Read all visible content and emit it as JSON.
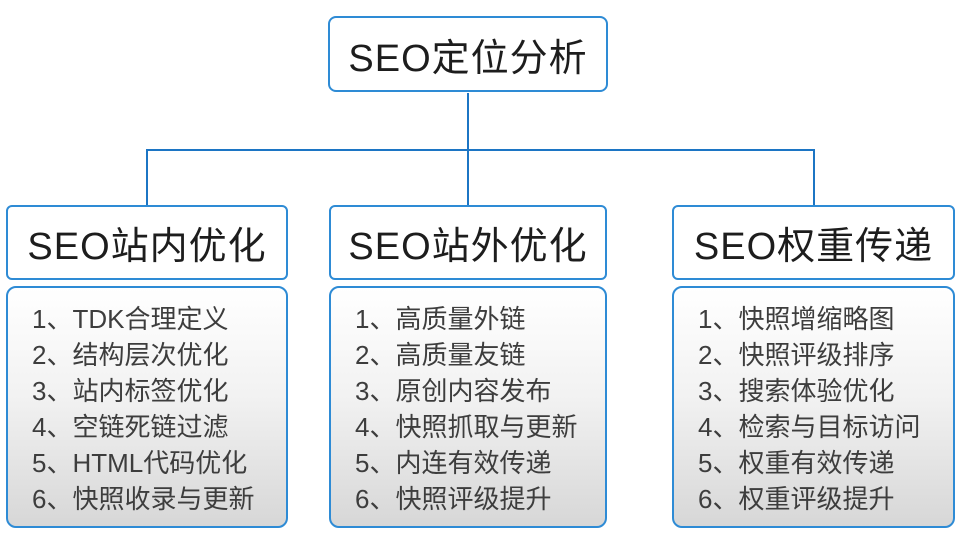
{
  "diagram": {
    "type": "tree",
    "accent_border_color": "#2E8BD5",
    "connector_color": "#1C75C4",
    "list_gradient_bottom": "#d7d7d7",
    "root": {
      "title": "SEO定位分析"
    },
    "branches": [
      {
        "title": "SEO站内优化",
        "items": [
          "1、TDK合理定义",
          "2、结构层次优化",
          "3、站内标签优化",
          "4、空链死链过滤",
          "5、HTML代码优化",
          "6、快照收录与更新"
        ]
      },
      {
        "title": "SEO站外优化",
        "items": [
          "1、高质量外链",
          "2、高质量友链",
          "3、原创内容发布",
          "4、快照抓取与更新",
          "5、内连有效传递",
          "6、快照评级提升"
        ]
      },
      {
        "title": "SEO权重传递",
        "items": [
          "1、快照增缩略图",
          "2、快照评级排序",
          "3、搜索体验优化",
          "4、检索与目标访问",
          "5、权重有效传递",
          "6、权重评级提升"
        ]
      }
    ]
  }
}
